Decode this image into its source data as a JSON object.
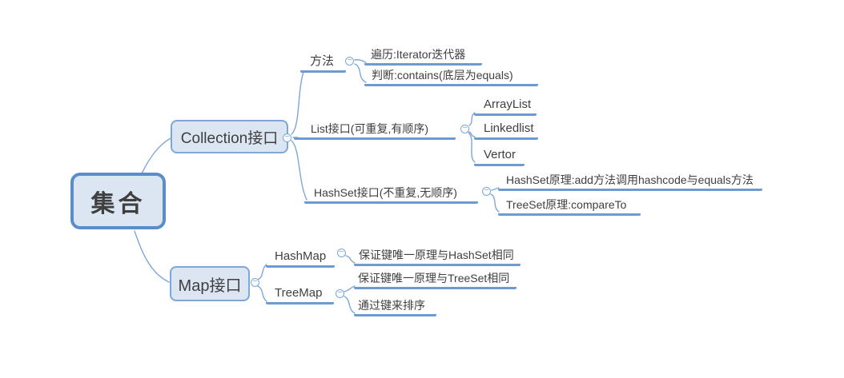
{
  "icons": {
    "collapse": "−"
  },
  "colors": {
    "branch_line": "#6F9AD1",
    "connector_line": "#7DA7D9",
    "node_fill": "#DCE6F2",
    "node_border": "#7DA7D9",
    "root_border": "#5B8DC9",
    "text": "#3F3F3F"
  },
  "mindmap": {
    "root": {
      "label": "集合"
    },
    "collection": {
      "label": "Collection接口",
      "method": {
        "label": "方法",
        "items": [
          "遍历:Iterator迭代器",
          "判断:contains(底层为equals)"
        ]
      },
      "list": {
        "label": "List接口(可重复,有顺序)",
        "items": [
          "ArrayList",
          "Linkedlist",
          "Vertor"
        ]
      },
      "hashset": {
        "label": "HashSet接口(不重复,无顺序)",
        "items": [
          "HashSet原理:add方法调用hashcode与equals方法",
          "TreeSet原理:compareTo"
        ]
      }
    },
    "map": {
      "label": "Map接口",
      "hashmap": {
        "label": "HashMap",
        "items": [
          "保证键唯一原理与HashSet相同"
        ]
      },
      "treemap": {
        "label": "TreeMap",
        "items": [
          "保证键唯一原理与TreeSet相同",
          "通过键来排序"
        ]
      }
    }
  }
}
